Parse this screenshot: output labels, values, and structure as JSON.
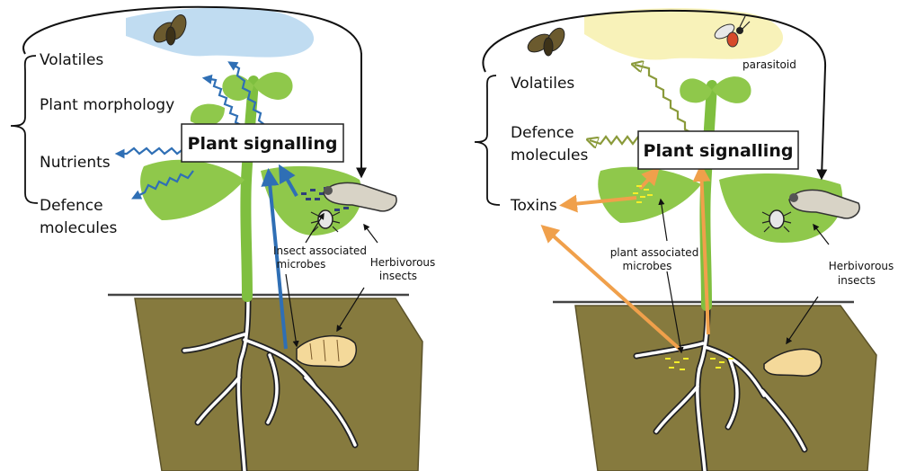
{
  "panel_a": {
    "outputs": [
      "Volatiles",
      "Plant morphology",
      "Nutrients",
      "Defence",
      "molecules"
    ],
    "signalling": "Plant signalling",
    "microbes_label": [
      "Insect associated",
      "microbes"
    ],
    "herbivore_label": [
      "Herbivorous",
      "insects"
    ]
  },
  "panel_b": {
    "outputs": [
      "Volatiles",
      "Defence",
      "molecules",
      "Toxins"
    ],
    "signalling": "Plant signalling",
    "parasitoid_label": "parasitoid",
    "microbes_label": [
      "plant associated",
      "microbes"
    ],
    "herbivore_label": [
      "Herbivorous",
      "insects"
    ]
  },
  "colors": {
    "soil": "#867a3e",
    "leaf": "#8fc84b",
    "stem": "#7fbf3f",
    "blue_arrow": "#2f6fb5",
    "orange_arrow": "#f0a04b",
    "olive_zigzag": "#8a9a3a",
    "sky_blue": "#b9d8ef",
    "sky_yellow": "#f8f1b5"
  }
}
